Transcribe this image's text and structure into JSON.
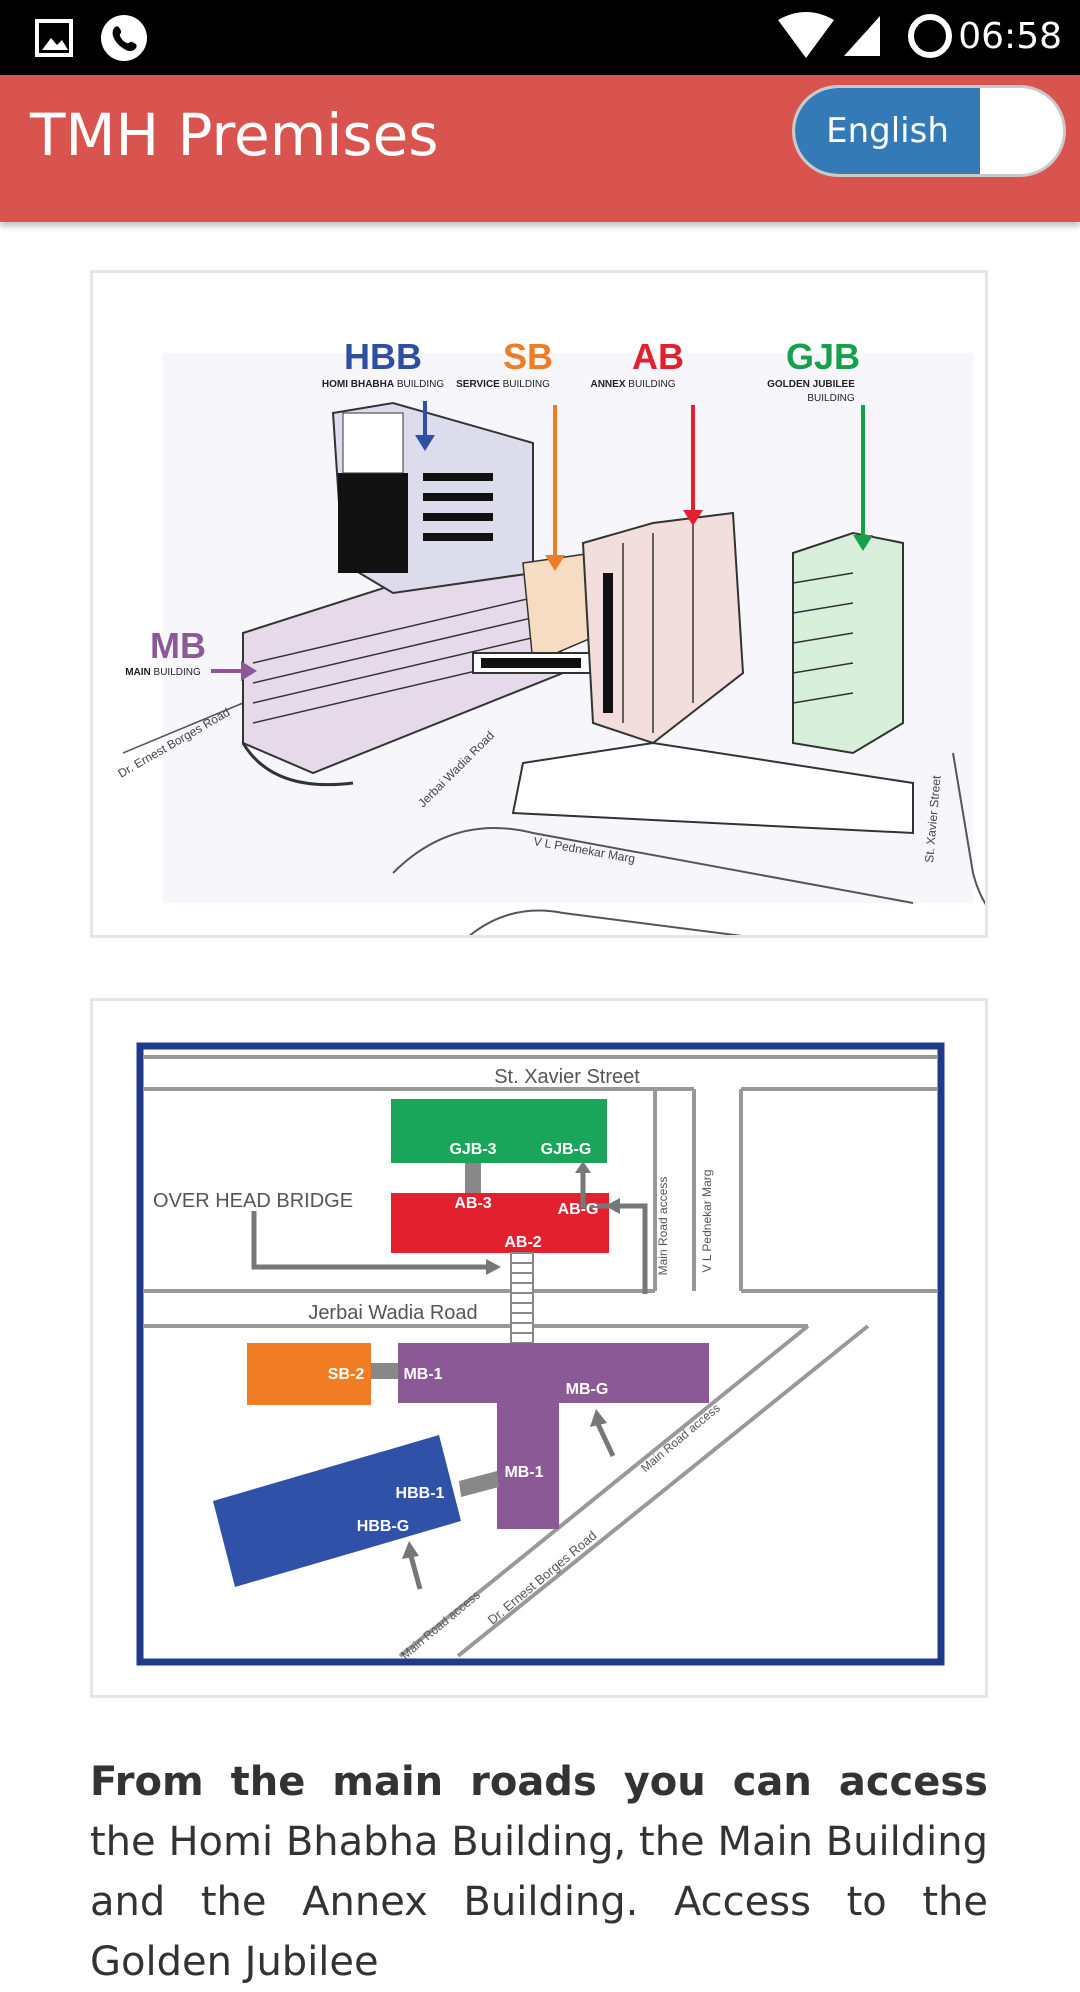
{
  "status_bar": {
    "time": "06:58",
    "icons": [
      "image-icon",
      "phone-icon",
      "wifi-icon",
      "signal-icon",
      "sync-icon"
    ]
  },
  "app_bar": {
    "title": "TMH Premises",
    "language_toggle": "English"
  },
  "figure_3d": {
    "buildings": [
      {
        "code": "HBB",
        "name_bold": "HOMI BHABHA",
        "name": "BUILDING",
        "color": "#2f4fa3"
      },
      {
        "code": "SB",
        "name_bold": "SERVICE",
        "name": "BUILDING",
        "color": "#f07c24"
      },
      {
        "code": "AB",
        "name_bold": "ANNEX",
        "name": "BUILDING",
        "color": "#e3202e"
      },
      {
        "code": "GJB",
        "name_bold": "GOLDEN JUBILEE",
        "name": "BUILDING",
        "color": "#17a04a"
      },
      {
        "code": "MB",
        "name_bold": "MAIN",
        "name": "BUILDING",
        "color": "#8b5a96"
      }
    ],
    "roads": [
      "Dr. Ernest Borges Road",
      "Jerbai Wadia Road",
      "V L Pednekar Marg",
      "St. Xavier Street"
    ]
  },
  "figure_map": {
    "streets": {
      "top": "St. Xavier Street",
      "middle": "Jerbai Wadia Road",
      "vertical": "V L Pednekar Marg",
      "diagonal": "Dr. Ernest Borges Road"
    },
    "bridge_label": "OVER HEAD BRIDGE",
    "access_label": "Main Road access",
    "blocks": {
      "gjb3": "GJB-3",
      "gjbg": "GJB-G",
      "ab3": "AB-3",
      "abg": "AB-G",
      "ab2": "AB-2",
      "sb2": "SB-2",
      "mb1a": "MB-1",
      "mbg": "MB-G",
      "mb1b": "MB-1",
      "hbb1": "HBB-1",
      "hbbg": "HBB-G"
    },
    "colors": {
      "gjb": "#19a65a",
      "ab": "#e3202e",
      "sb": "#f07c24",
      "mb": "#8b5a96",
      "hbb": "#2f52a8",
      "frame": "#1f3a8a"
    }
  },
  "body_text": {
    "bold": "From the main roads you can access",
    "rest": " the Homi Bhabha Building, the Main Building and the Annex Building. Access to the Golden Jubilee"
  }
}
